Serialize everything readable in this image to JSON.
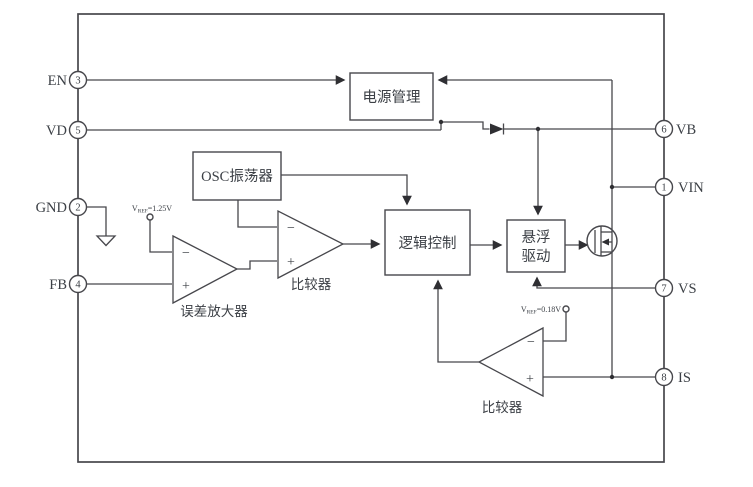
{
  "diagram": {
    "background": "#ffffff",
    "line_color": "#47474c",
    "text_color": "#3c4046"
  },
  "pins": {
    "left": [
      {
        "label": "EN",
        "number": "3"
      },
      {
        "label": "VD",
        "number": "5"
      },
      {
        "label": "GND",
        "number": "2"
      },
      {
        "label": "FB",
        "number": "4"
      }
    ],
    "right": [
      {
        "label": "VB",
        "number": "6"
      },
      {
        "label": "VIN",
        "number": "1"
      },
      {
        "label": "VS",
        "number": "7"
      },
      {
        "label": "IS",
        "number": "8"
      }
    ]
  },
  "blocks": {
    "power_management": {
      "label": "电源管理"
    },
    "oscillator": {
      "label": "OSC振荡器"
    },
    "logic_control": {
      "label": "逻辑控制"
    },
    "floating_drive": {
      "line1": "悬浮",
      "line2": "驱动"
    }
  },
  "amplifiers": {
    "error_amplifier": {
      "label": "误差放大器",
      "plus": "+",
      "minus": "−"
    },
    "pwm_comparator": {
      "label": "比较器",
      "plus": "+",
      "minus": "−"
    },
    "current_comparator": {
      "label": "比较器",
      "plus": "+",
      "minus": "−"
    }
  },
  "references": {
    "vref_error_amp": {
      "prefix": "V",
      "sub": "REF",
      "value": "=1.25V"
    },
    "vref_current": {
      "prefix": "V",
      "sub": "REF",
      "value": "=0.18V"
    }
  }
}
